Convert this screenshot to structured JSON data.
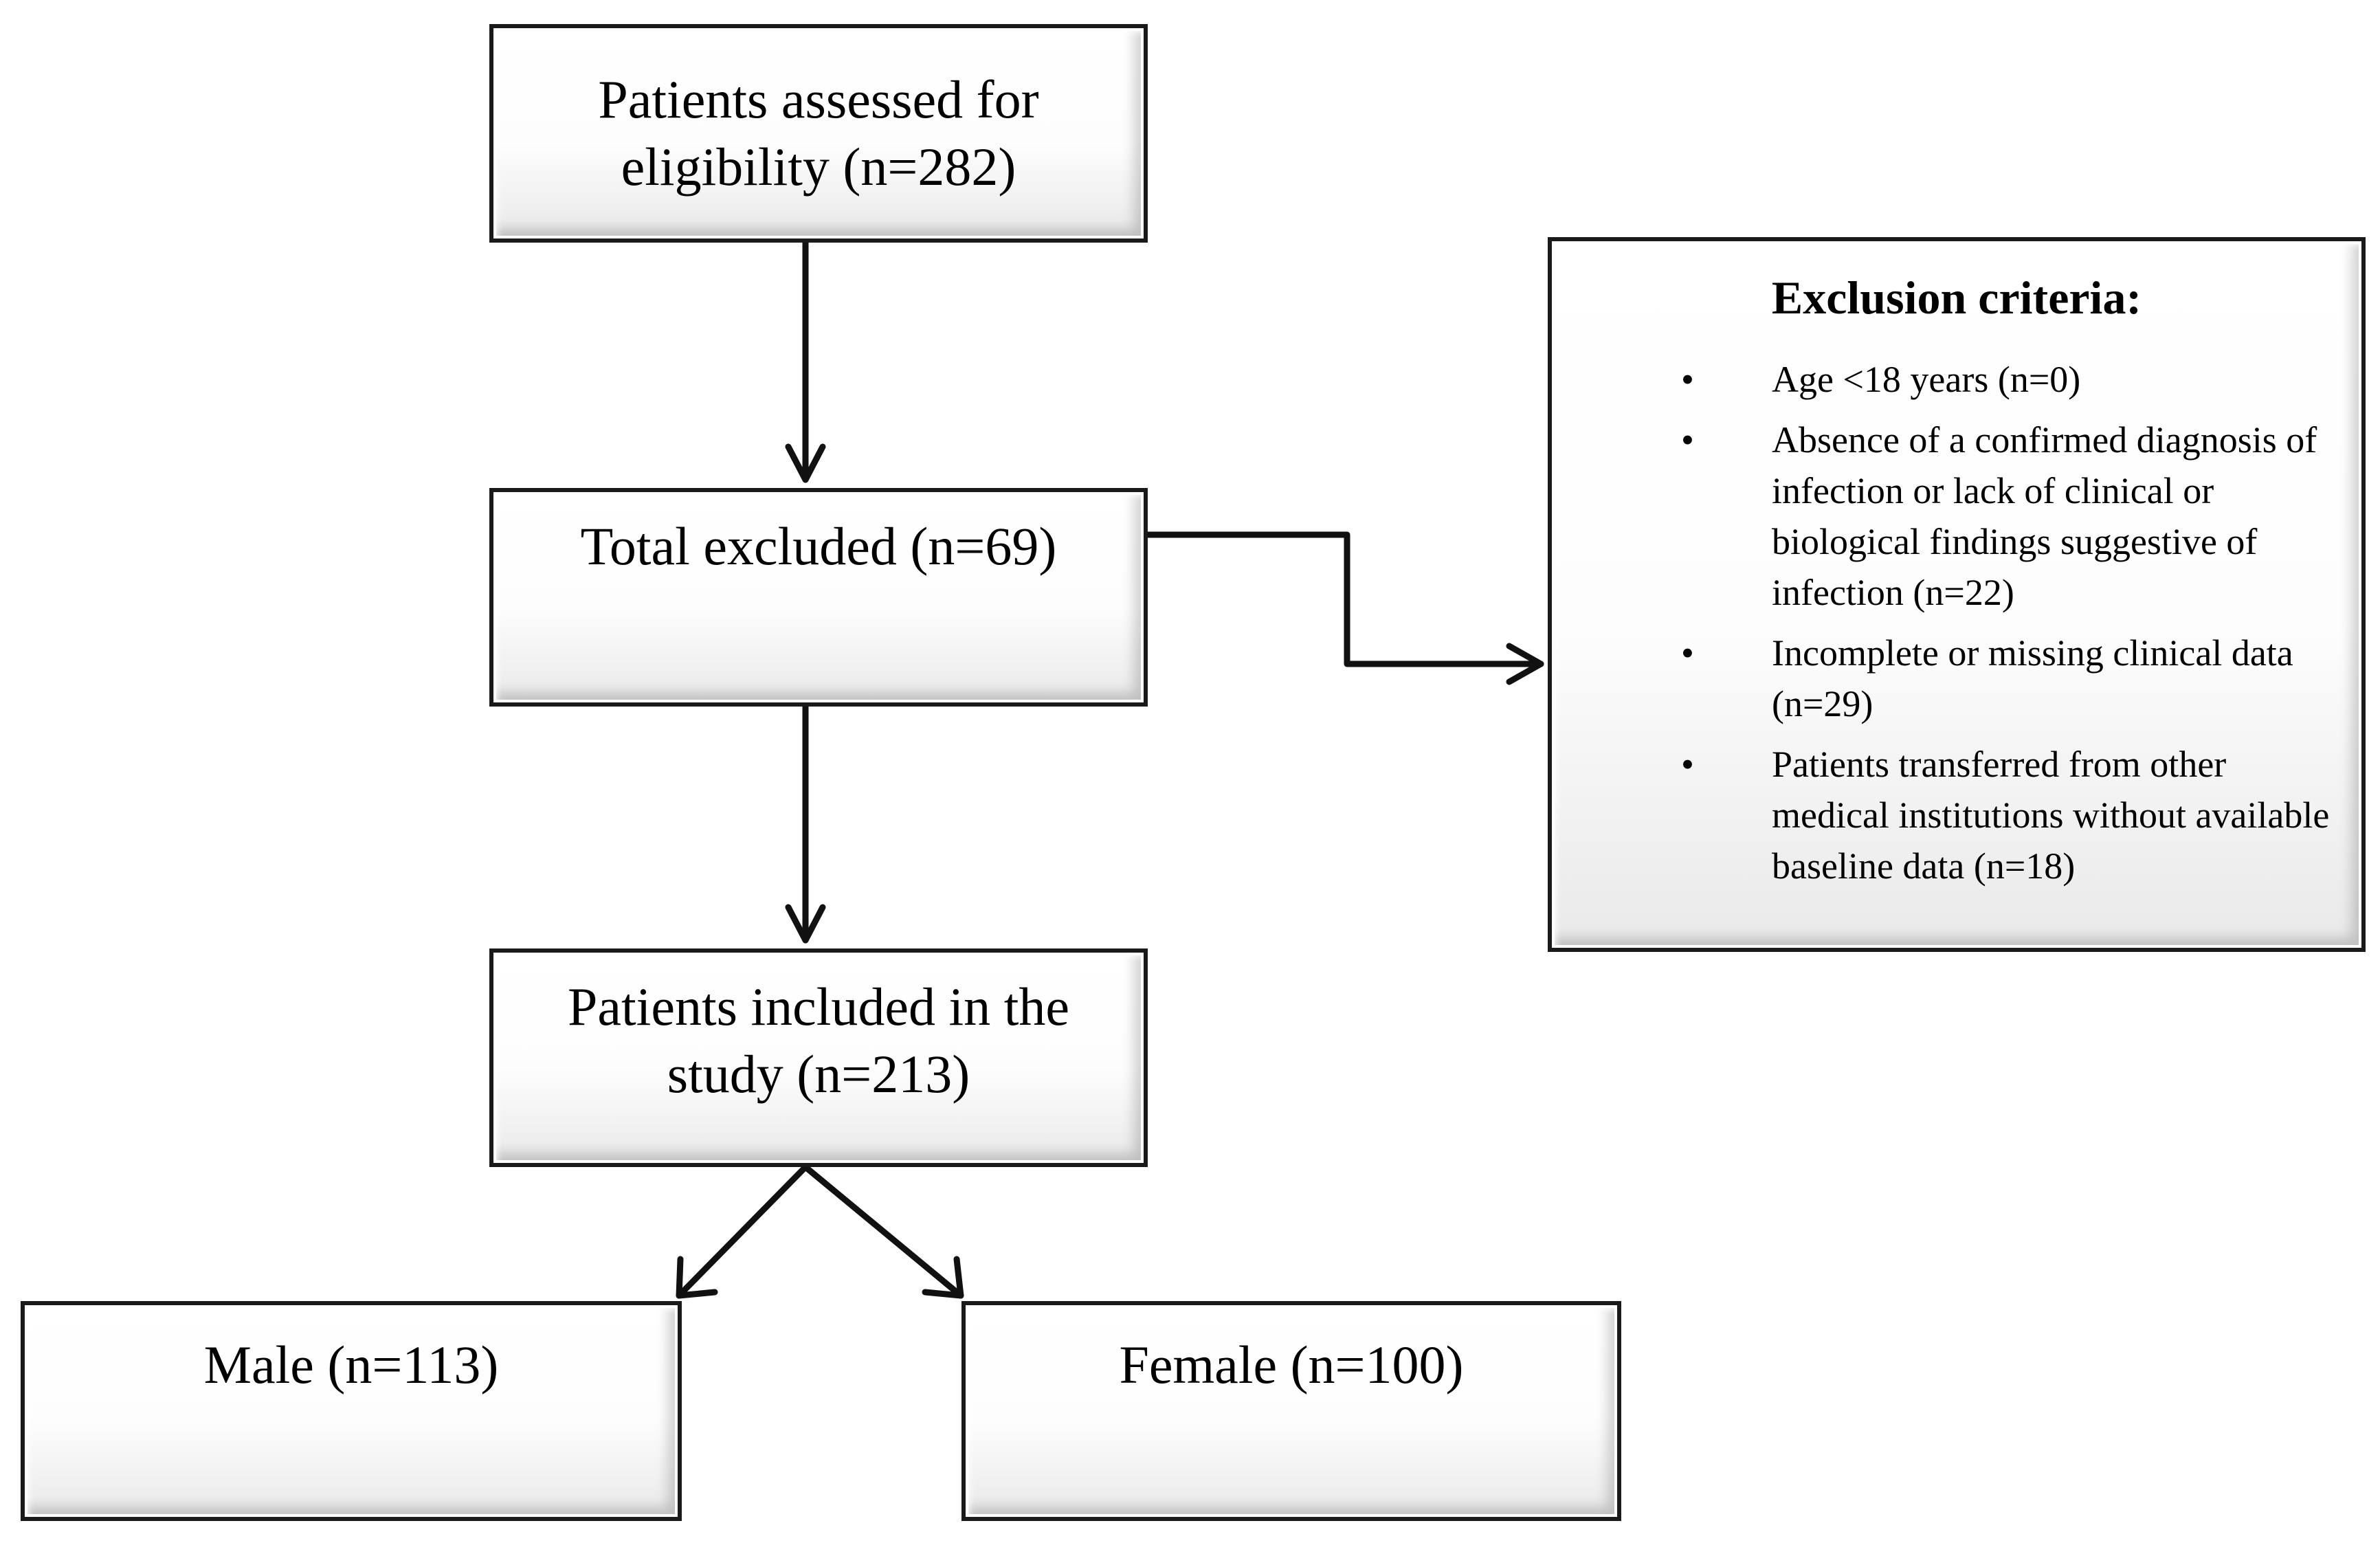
{
  "flowchart": {
    "eligibility": "Patients assessed for eligibility (n=282)",
    "excluded": "Total excluded (n=69)",
    "included": "Patients included in the study (n=213)",
    "male": "Male (n=113)",
    "female": "Female (n=100)"
  },
  "exclusion": {
    "title": "Exclusion criteria:",
    "items": [
      "Age <18 years (n=0)",
      "Absence of a confirmed diagnosis of infection or lack of clinical or biological findings suggestive of infection (n=22)",
      "Incomplete or missing clinical data (n=29)",
      "Patients transferred from other medical institutions without available baseline data (n=18)"
    ],
    "bullet": "•"
  },
  "colors": {
    "border": "#1a1a1a",
    "box_fill": "#ffffff",
    "box_shade": "#e9e9e9",
    "arrow": "#111111"
  }
}
